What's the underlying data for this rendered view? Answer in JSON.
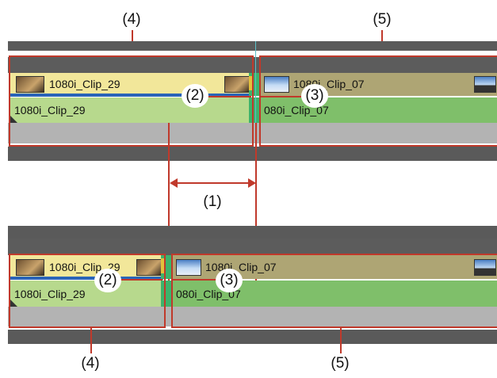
{
  "callouts": {
    "top_left": "(4)",
    "top_right": "(5)",
    "middle": "(1)",
    "bottom_left": "(4)",
    "bottom_right": "(5)"
  },
  "bubbles": {
    "top_two": "(2)",
    "top_three": "(3)",
    "bottom_two": "(2)",
    "bottom_three": "(3)"
  },
  "top_timeline": {
    "video_left": "1080i_Clip_29",
    "video_right": "1080i_Clip_07",
    "audio_left": "1080i_Clip_29",
    "audio_right": "080i_Clip_07"
  },
  "bottom_timeline": {
    "video_left": "1080i_Clip_29",
    "video_right": "1080i_Clip_07",
    "audio_left": "1080i_Clip_29",
    "audio_right": "080i_Clip_07"
  },
  "colors": {
    "video_clip_a": "#f2e79a",
    "video_clip_b": "#aea574",
    "audio_clip_a": "#b7d98d",
    "audio_clip_b": "#7fbf6a",
    "track_dark": "#4d4d4d",
    "track_mid": "#8a8a8a",
    "track_light": "#b3b3b3",
    "highlight_green": "#3db36b",
    "annotation_red": "#c0392b"
  }
}
